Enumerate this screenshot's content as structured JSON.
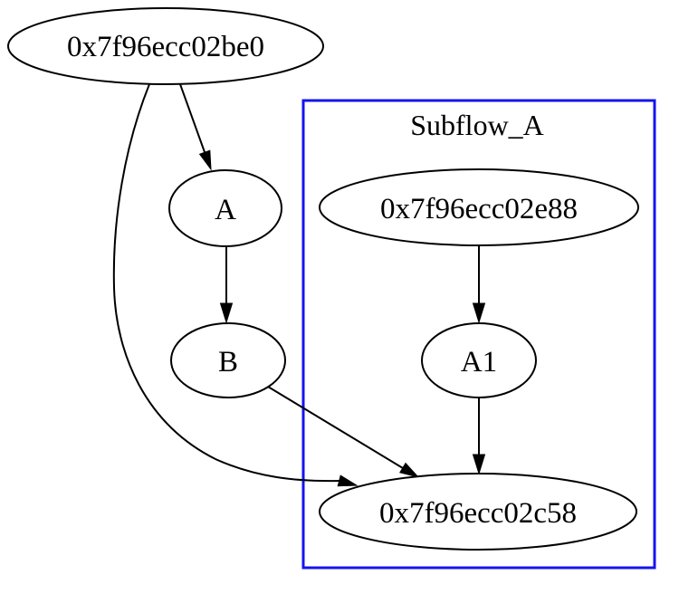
{
  "diagram": {
    "type": "directed-graph",
    "background_color": "#ffffff",
    "colors": {
      "node_border": "#000000",
      "edge": "#000000",
      "text": "#000000",
      "cluster_border": "#1414f0"
    },
    "cluster": {
      "label": "Subflow_A"
    },
    "nodes": {
      "be0": {
        "label": "0x7f96ecc02be0"
      },
      "a": {
        "label": "A"
      },
      "b": {
        "label": "B"
      },
      "e88": {
        "label": "0x7f96ecc02e88"
      },
      "a1": {
        "label": "A1"
      },
      "c58": {
        "label": "0x7f96ecc02c58"
      }
    },
    "edges": [
      {
        "from": "0x7f96ecc02be0",
        "to": "A"
      },
      {
        "from": "0x7f96ecc02be0",
        "to": "0x7f96ecc02c58"
      },
      {
        "from": "A",
        "to": "B"
      },
      {
        "from": "B",
        "to": "0x7f96ecc02c58"
      },
      {
        "from": "0x7f96ecc02e88",
        "to": "A1"
      },
      {
        "from": "A1",
        "to": "0x7f96ecc02c58"
      }
    ]
  }
}
